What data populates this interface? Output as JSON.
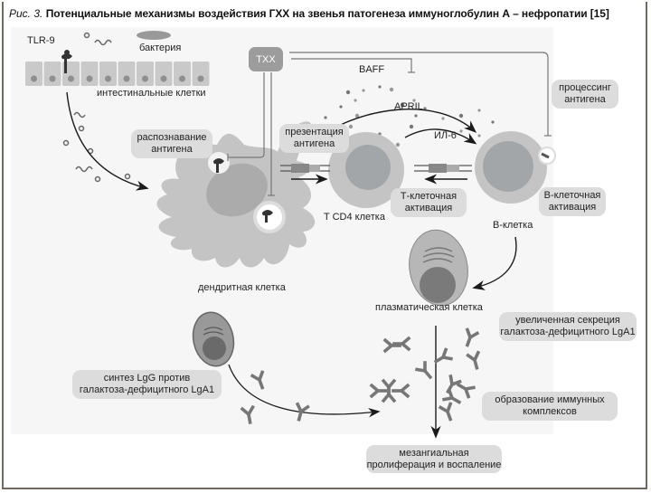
{
  "figure": {
    "caption_prefix": "Рис. 3.",
    "caption_title": "Потенциальные механизмы воздействия ГХХ на звенья патогенеза иммуноглобулин А – нефропатии [15]"
  },
  "labels": {
    "tlr9": "TLR-9",
    "bacteria": "бактерия",
    "intestinal_cells": "интестинальные клетки",
    "txx": "ТХХ",
    "baff": "BAFF",
    "april": "APRIL",
    "il6": "ИЛ-6",
    "dendritic_cell": "дендритная клетка",
    "t_cd4_cell": "T CD4 клетка",
    "b_cell": "В-клетка",
    "plasma_cell": "плазматическая клетка"
  },
  "boxes": {
    "antigen_recognition": [
      "распознавание",
      "антигена"
    ],
    "antigen_presentation": [
      "презентация",
      "антигена"
    ],
    "antigen_processing": [
      "процессинг",
      "антигена"
    ],
    "t_cell_activation": [
      "Т-клеточная",
      "активация"
    ],
    "b_cell_activation": [
      "В-клеточная",
      "активация"
    ],
    "increased_secretion": [
      "увеличенная секреция",
      "галактоза-дефицитного LgA1"
    ],
    "lgg_synthesis": [
      "синтез LgG против",
      "галактоза-дефицитного LgA1"
    ],
    "immune_complexes": [
      "образование иммунных",
      "комплексов"
    ],
    "mesangial": [
      "мезангиальная",
      "пролиферация и воспаление"
    ]
  },
  "colors": {
    "frame": "#6e6a60",
    "box_fill": "#dcdcdc",
    "txx_fill": "#9c9c9c",
    "cell_fill": "#c4c4c4",
    "nucleus_fill": "#a3a6a8",
    "arrow": "#1a1a1a"
  }
}
